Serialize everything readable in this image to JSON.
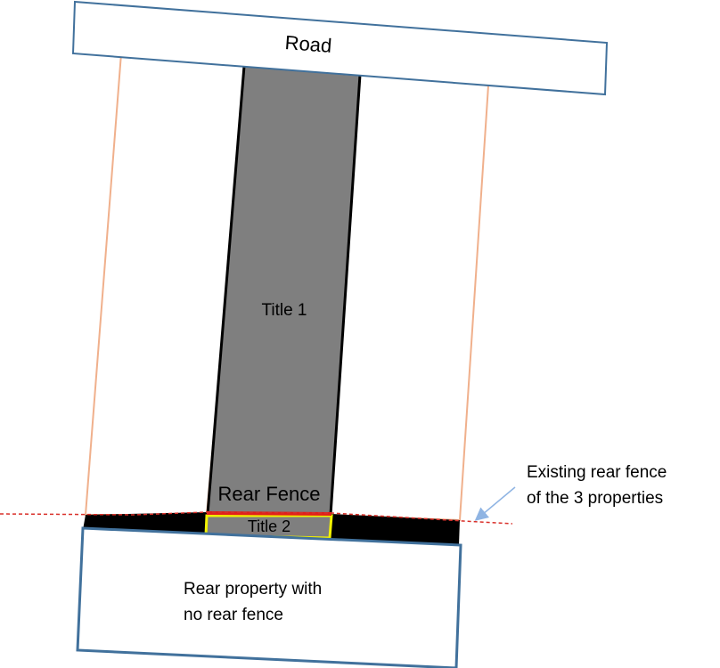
{
  "labels": {
    "road": "Road",
    "title1": "Title 1",
    "rear_fence": "Rear Fence",
    "title2": "Title 2",
    "rear_property_line1": "Rear property with",
    "rear_property_line2": "no rear fence",
    "existing_fence_line1": "Existing rear fence",
    "existing_fence_line2": "of the 3 properties"
  },
  "colors": {
    "property_outline": "#f0b08c",
    "title1_fill": "#7f7f7f",
    "title_outline": "#000000",
    "rear_strip": "#000000",
    "title2_outline": "#f2f200",
    "fence_red": "#e0201c",
    "dashed_fence": "#d9302a",
    "rear_property_outline": "#41719c",
    "road_outline": "#41719c",
    "arrow": "#8fb4e3"
  }
}
